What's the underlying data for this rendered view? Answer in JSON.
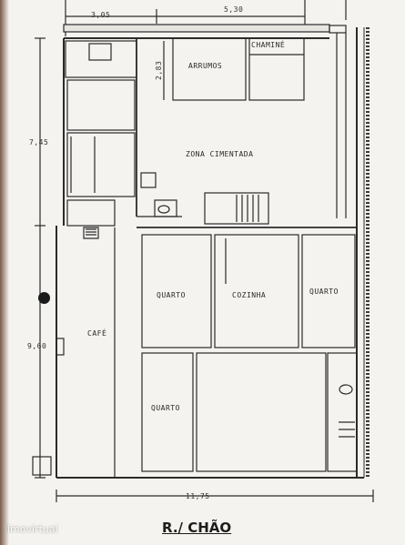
{
  "plan_title": "R./ CHÃO",
  "watermark": "imovirtual",
  "rooms": {
    "arrumos": "ARRUMOS",
    "chamine": "CHAMINÉ",
    "zona_cimentada": "ZONA CIMENTADA",
    "cafe": "CAFÉ",
    "quarto_left": "QUARTO",
    "cozinha": "COZINHA",
    "quarto_right": "QUARTO",
    "quarto_bottom": "QUARTO"
  },
  "dimensions": {
    "top_left": "3,05",
    "top_right": "5,30",
    "arrumos_height": "2,83",
    "left_upper": "7,45",
    "left_lower": "9,60",
    "bottom_width": "11,75"
  },
  "colors": {
    "paper": "#f4f3ef",
    "line": "#2b2b2b"
  }
}
